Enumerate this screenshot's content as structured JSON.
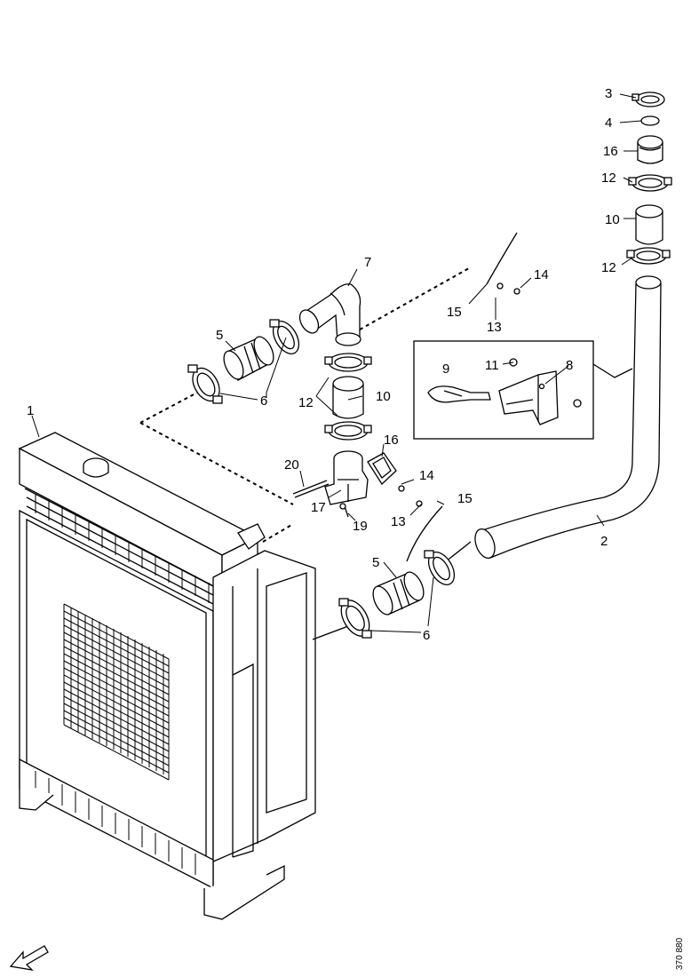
{
  "labels": {
    "l1": "1",
    "l2": "2",
    "l3": "3",
    "l4": "4",
    "l5a": "5",
    "l5b": "5",
    "l6a": "6",
    "l6b": "6",
    "l7": "7",
    "l8": "8",
    "l9": "9",
    "l10a": "10",
    "l10b": "10",
    "l11": "11",
    "l12a": "12",
    "l12b": "12",
    "l12c": "12",
    "l13a": "13",
    "l13b": "13",
    "l14a": "14",
    "l14b": "14",
    "l15a": "15",
    "l15b": "15",
    "l16a": "16",
    "l16b": "16",
    "l17": "17",
    "l19": "19",
    "l20": "20"
  },
  "reference": "370 880"
}
